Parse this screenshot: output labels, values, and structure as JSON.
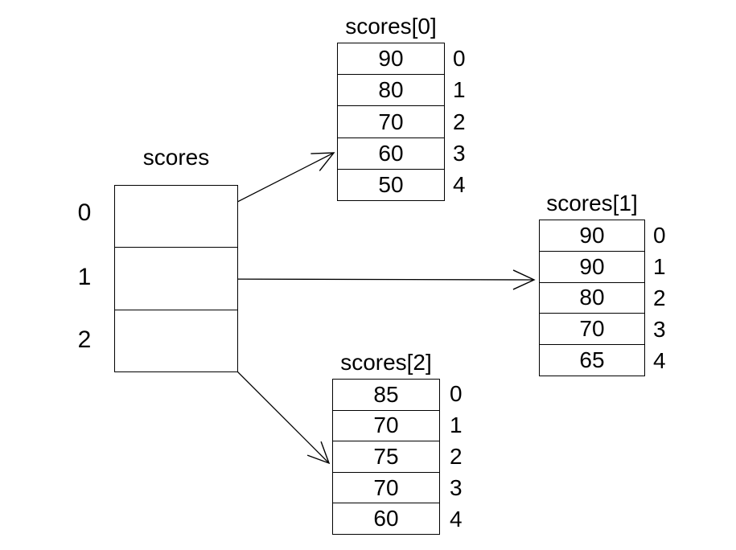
{
  "main": {
    "title": "scores",
    "indices": [
      "0",
      "1",
      "2"
    ]
  },
  "tables": [
    {
      "title": "scores[0]",
      "values": [
        "90",
        "80",
        "70",
        "60",
        "50"
      ],
      "indices": [
        "0",
        "1",
        "2",
        "3",
        "4"
      ]
    },
    {
      "title": "scores[1]",
      "values": [
        "90",
        "90",
        "80",
        "70",
        "65"
      ],
      "indices": [
        "0",
        "1",
        "2",
        "3",
        "4"
      ]
    },
    {
      "title": "scores[2]",
      "values": [
        "85",
        "70",
        "75",
        "70",
        "60"
      ],
      "indices": [
        "0",
        "1",
        "2",
        "3",
        "4"
      ]
    }
  ],
  "arrows": [
    {
      "from": "main-array-cell-0",
      "to": "scores[0]"
    },
    {
      "from": "main-array-cell-1",
      "to": "scores[1]"
    },
    {
      "from": "main-array-cell-2",
      "to": "scores[2]"
    }
  ],
  "colors": {
    "line": "#000000",
    "text": "#000000",
    "background": "#ffffff"
  }
}
